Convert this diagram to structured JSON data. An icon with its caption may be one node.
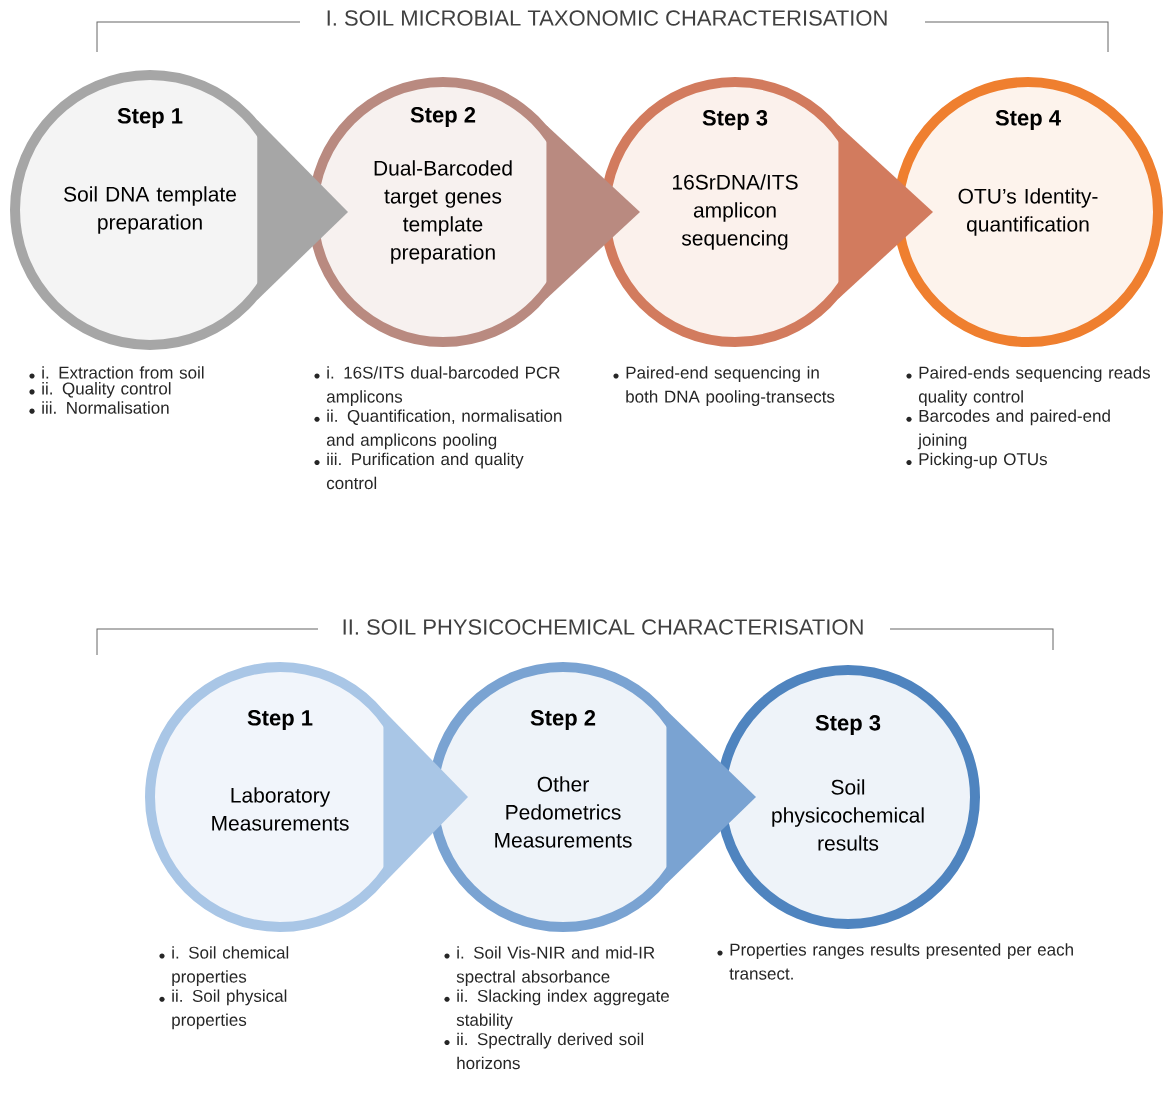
{
  "diagram": {
    "nodes": [
      {
        "text": [
          "Step 1",
          "Soil DNA template preparation"
        ],
        "beside": [
          "i. Extraction from soil",
          "ii. Quality control",
          "iii. Normalisation"
        ]
      },
      {
        "text": [
          "Step 2",
          "Dual-Barcoded target genes template preparation"
        ],
        "beside": [
          "i. 16S/ITS dual-barcoded PCR amplicons",
          "ii. Quantification, normalisation and amplicons pooling",
          "iii. Purification and quality control"
        ]
      },
      {
        "text": [
          "Step 3",
          "16SrDNA/ITS amplicon sequencing"
        ],
        "beside": [
          "Paired-end sequencing in both DNA pooling-transects"
        ]
      },
      {
        "text": [
          "Step 4",
          "OTU’s Identity-quantification"
        ],
        "beside": [
          "Paired-ends sequencing reads quality control",
          "Barcodes and paired-end joining",
          "Picking-up OTUs"
        ]
      },
      {
        "text": [
          "Step 1",
          "Laboratory Measurements"
        ],
        "beside": [
          "i. Soil chemical properties",
          "ii. Soil physical properties"
        ]
      },
      {
        "text": [
          "Step 2",
          "Other Pedometrics Measurements"
        ],
        "beside": [
          "i. Soil Vis-NIR and mid-IR spectral absorbance",
          "ii. Slacking index aggregate stability",
          "ii. Spectrally derived soil horizons"
        ]
      },
      {
        "text": [
          "Step 3",
          "Soil physicochemical results"
        ],
        "beside": [
          "Properties ranges results presented per each transect."
        ]
      }
    ],
    "edges": [
      {
        "from": 0,
        "to": 1,
        "arrow": "to",
        "color": "#a6a6a6"
      },
      {
        "from": 1,
        "to": 2,
        "arrow": "to",
        "color": "#b98a80"
      },
      {
        "from": 2,
        "to": 3,
        "arrow": "to",
        "color": "#d27b5e"
      },
      {
        "from": 4,
        "to": 5,
        "arrow": "to",
        "color": "#a9c6e6"
      },
      {
        "from": 5,
        "to": 6,
        "arrow": "to",
        "color": "#7aa3d2"
      }
    ],
    "labels": [
      "I. SOIL MICROBIAL TAXONOMIC CHARACTERISATION",
      "II. SOIL PHYSICOCHEMICAL CHARACTERISATION"
    ]
  }
}
